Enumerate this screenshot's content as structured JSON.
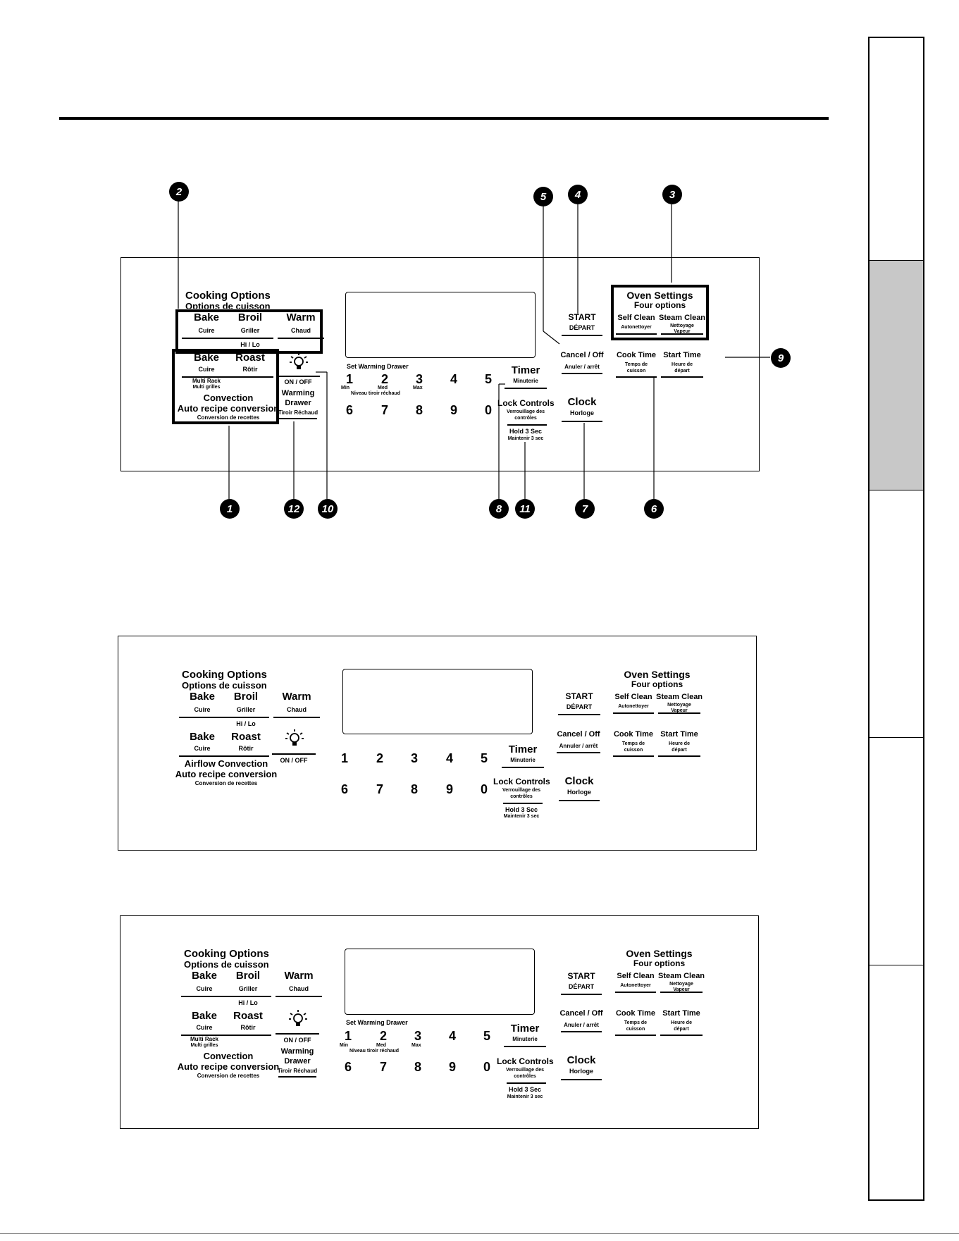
{
  "panel_labels": {
    "cooking_options": "Cooking Options",
    "cooking_options_fr": "Options de cuisson",
    "bake": "Bake",
    "bake_fr": "Cuire",
    "broil": "Broil",
    "broil_fr": "Griller",
    "hi_lo": "Hi / Lo",
    "warm": "Warm",
    "warm_fr": "Chaud",
    "roast": "Roast",
    "roast_fr": "Rôtir",
    "multi_rack": "Multi Rack",
    "multi_rack_fr": "Multi grilles",
    "convection": "Convection",
    "airflow_convection": "Airflow Convection",
    "auto_recipe": "Auto recipe conversion",
    "auto_recipe_fr": "Conversion de recettes",
    "on_off": "ON / OFF",
    "warming_drawer_line1": "Warming",
    "warming_drawer_line2": "Drawer",
    "warming_drawer_fr": "Tiroir Réchaud",
    "set_warming_drawer": "Set Warming Drawer",
    "min": "Min",
    "med": "Med",
    "max": "Max",
    "niveau": "Niveau tiroir réchaud",
    "digits": [
      "1",
      "2",
      "3",
      "4",
      "5",
      "6",
      "7",
      "8",
      "9",
      "0"
    ],
    "timer": "Timer",
    "timer_fr": "Minuterie",
    "lock_controls": "Lock Controls",
    "lock_controls_fr1": "Verrouillage des",
    "lock_controls_fr2": "contrôles",
    "hold_3_sec": "Hold 3 Sec",
    "hold_3_sec_fr": "Maintenir 3 sec",
    "start": "START",
    "start_fr": "DÉPART",
    "cancel_off": "Cancel / Off",
    "cancel_off_fr": "Anuler / arrêt",
    "cancel_off_fr_alt": "Annuler / arrêt",
    "clock": "Clock",
    "clock_fr": "Horloge",
    "oven_settings": "Oven Settings",
    "oven_settings_fr": "Four options",
    "self_clean": "Self Clean",
    "self_clean_fr": "Autonettoyer",
    "steam_clean": "Steam Clean",
    "steam_clean_fr1": "Nettoyage",
    "steam_clean_fr2": "Vapeur",
    "cook_time": "Cook Time",
    "cook_time_fr1": "Temps de",
    "cook_time_fr2": "cuisson",
    "start_time": "Start Time",
    "start_time_fr1": "Heure de",
    "start_time_fr2": "départ"
  },
  "callouts": [
    "1",
    "2",
    "3",
    "4",
    "5",
    "6",
    "7",
    "8",
    "9",
    "10",
    "11",
    "12"
  ]
}
